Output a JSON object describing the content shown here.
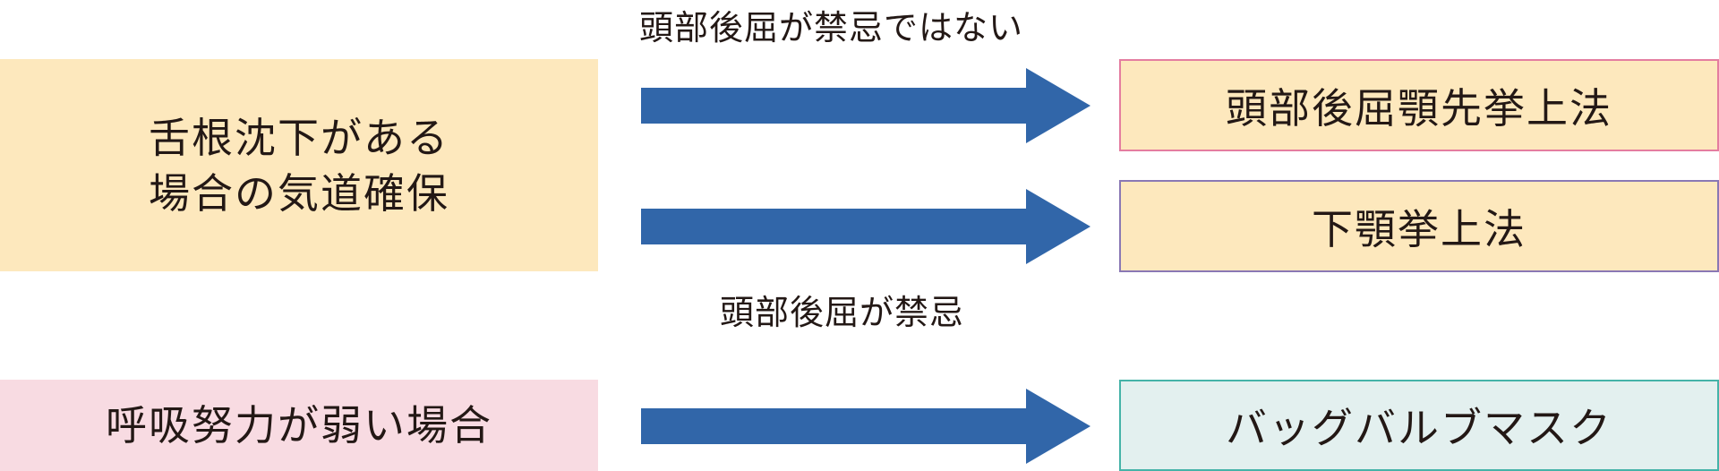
{
  "condition_labels": {
    "not_contraindicated": "頭部後屈が禁忌ではない",
    "contraindicated": "頭部後屈が禁忌"
  },
  "sources": {
    "airway": {
      "line1": "舌根沈下がある",
      "line2": "場合の気道確保"
    },
    "weak_breathing": "呼吸努力が弱い場合"
  },
  "targets": {
    "head_tilt_chin_lift": "頭部後屈顎先挙上法",
    "jaw_thrust": "下顎挙上法",
    "bag_valve_mask": "バッグバルブマスク"
  },
  "colors": {
    "arrow": "#3166a9",
    "airway_fill": "#fde8bd",
    "breathing_fill": "#f8dbe2",
    "bvm_fill": "#e3f0ef",
    "head_tilt_border": "#e47da0",
    "jaw_thrust_border": "#8a78b4",
    "bvm_border": "#45b3a8"
  }
}
